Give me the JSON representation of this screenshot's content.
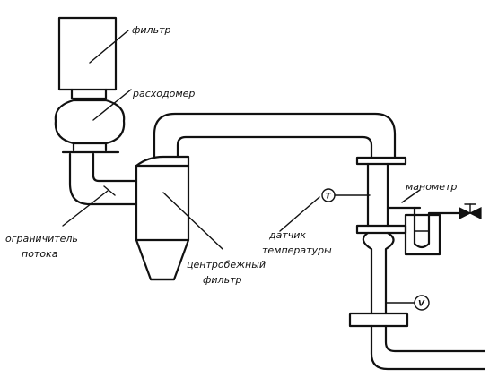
{
  "diagram": {
    "labels": {
      "filter": "фильтр",
      "flowmeter": "расходомер",
      "flow_limiter_line1": "ограничитель",
      "flow_limiter_line2": "потока",
      "centrifugal_filter_line1": "центробежный",
      "centrifugal_filter_line2": "фильтр",
      "temperature_sensor_line1": "датчик",
      "temperature_sensor_line2": "температуры",
      "manometer": "манометр"
    },
    "symbols": {
      "temperature": "T",
      "velocity": "V"
    }
  }
}
